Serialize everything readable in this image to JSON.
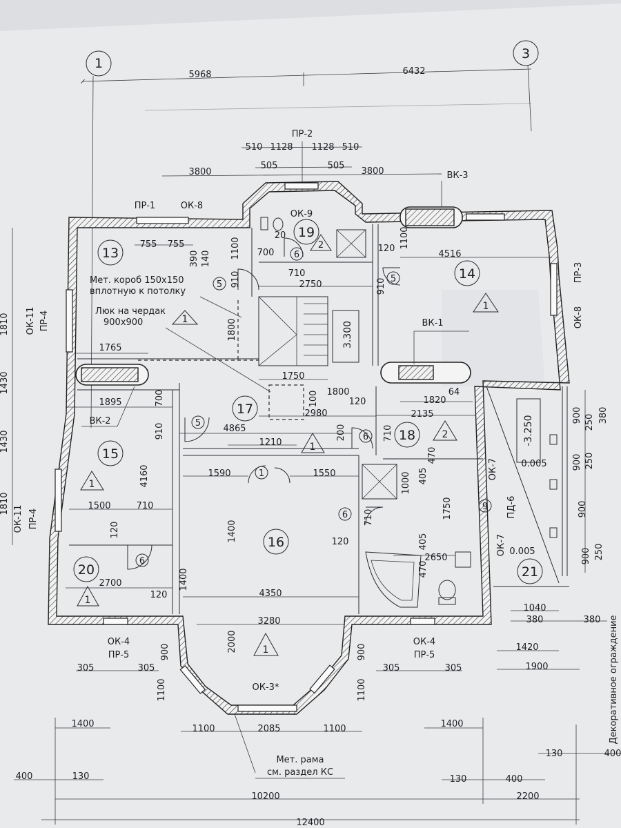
{
  "axes": {
    "left": "1",
    "right": "3"
  },
  "dims_top": {
    "overall_left": "5968",
    "overall_right": "6432",
    "pr2": "ПР-2",
    "d510_l": "510",
    "d1128_l": "1128",
    "d1128_r": "1128",
    "d510_r": "510",
    "d505_l": "505",
    "d505_r": "505",
    "d3800_l": "3800",
    "d3800_r": "3800"
  },
  "openings": {
    "pr1": "ПР-1",
    "ok8_top": "ОК-8",
    "ok9": "ОК-9",
    "vk3": "ВК-3",
    "vk1": "ВК-1",
    "vk2": "ВК-2",
    "pr3": "ПР-3",
    "ok8_right": "ОК-8",
    "ok11_top": "ОК-11",
    "pr4_top": "ПР-4",
    "ok11_bottom": "ОК-11",
    "pr4_bottom": "ПР-4",
    "ok7_a": "ОК-7",
    "ok7_b": "ОК-7",
    "pd6": "ПД-6",
    "ok4_l": "ОК-4",
    "pr5_l": "ПР-5",
    "ok4_r": "ОК-4",
    "pr5_r": "ПР-5",
    "ok3": "ОК-3*"
  },
  "rooms": [
    "13",
    "14",
    "15",
    "16",
    "17",
    "18",
    "19",
    "20",
    "21"
  ],
  "notes": {
    "duct_1": "Мет. короб 150х150",
    "duct_2": "вплотную к потолку",
    "hatch_1": "Люк на чердак",
    "hatch_2": "900х900",
    "frame_1": "Мет. рама",
    "frame_2": "см. раздел КС",
    "railing": "Декоративное ограждение",
    "stair_level": "3.300",
    "level_minus": "-3.250",
    "level_a": "0.005",
    "level_b": "0.005"
  },
  "markers": {
    "m20_small": "20",
    "m5_a": "5",
    "m5_b": "5",
    "m5_c": "5",
    "m6_a": "6",
    "m6_b": "6",
    "m6_c": "6",
    "m6_d": "6",
    "m1_door": "1",
    "m9": "9",
    "tri_1": "1",
    "tri_2": "1",
    "tri_3": "1",
    "tri_4": "1",
    "tri_5": "1",
    "tri_6": "1",
    "tri_2a": "2",
    "tri_2b": "2"
  },
  "dims_inner": {
    "d755_a": "755",
    "d755_b": "755",
    "d1100_a": "1100",
    "d390": "390",
    "d140": "140",
    "d700_a": "700",
    "d710_a": "710",
    "d2750": "2750",
    "d910_a": "910",
    "d910_b": "910",
    "d120_a": "120",
    "d1100_b": "1100",
    "d4516": "4516",
    "d1800_a": "1800",
    "d1765": "1765",
    "d1750_a": "1750",
    "d1800_b": "1800",
    "d100": "100",
    "d120_b": "120",
    "d2980": "2980",
    "d1820": "1820",
    "d64": "64",
    "d2135": "2135",
    "d1895": "1895",
    "d700_b": "700",
    "d910_c": "910",
    "d4865": "4865",
    "d200": "200",
    "d710_b": "710",
    "d1210": "1210",
    "d470_a": "470",
    "d4160": "4160",
    "d1590": "1590",
    "d1550": "1550",
    "d1000": "1000",
    "d405_a": "405",
    "d1500": "1500",
    "d710_c": "710",
    "d1750_b": "1750",
    "d710_d": "710",
    "d120_c": "120",
    "d1400_a": "1400",
    "d120_d": "120",
    "d405_b": "405",
    "d470_b": "470",
    "d2650": "2650",
    "d2700": "2700",
    "d1400_b": "1400",
    "d120_e": "120",
    "d4350": "4350",
    "d3280": "3280",
    "d2000": "2000",
    "d900_a": "900",
    "d900_b": "900",
    "d1100_c": "1100",
    "d1100_d": "1100",
    "d305_a": "305",
    "d305_b": "305",
    "d305_c": "305",
    "d305_d": "305",
    "d1400_c": "1400",
    "d1100_e": "1100",
    "d2085": "2085",
    "d1100_f": "1100",
    "d1400_d": "1400",
    "d1040": "1040",
    "d380_a": "380",
    "d380_b": "380",
    "d1420": "1420",
    "d1900": "1900",
    "d900_r1": "900",
    "d250_r1": "250",
    "d380_r": "380",
    "d900_r2": "900",
    "d250_r2": "250",
    "d900_r3": "900",
    "d900_r4": "900",
    "d250_r4": "250"
  },
  "dims_left": {
    "d1810_a": "1810",
    "d1430_a": "1430",
    "d1430_b": "1430",
    "d1810_b": "1810"
  },
  "dims_bottom": {
    "d400_l": "400",
    "d130_l": "130",
    "d130_r": "130",
    "d400_r": "400",
    "d130_far": "130",
    "d400_far": "400",
    "d10200": "10200",
    "d2200": "2200",
    "d12400": "12400"
  }
}
